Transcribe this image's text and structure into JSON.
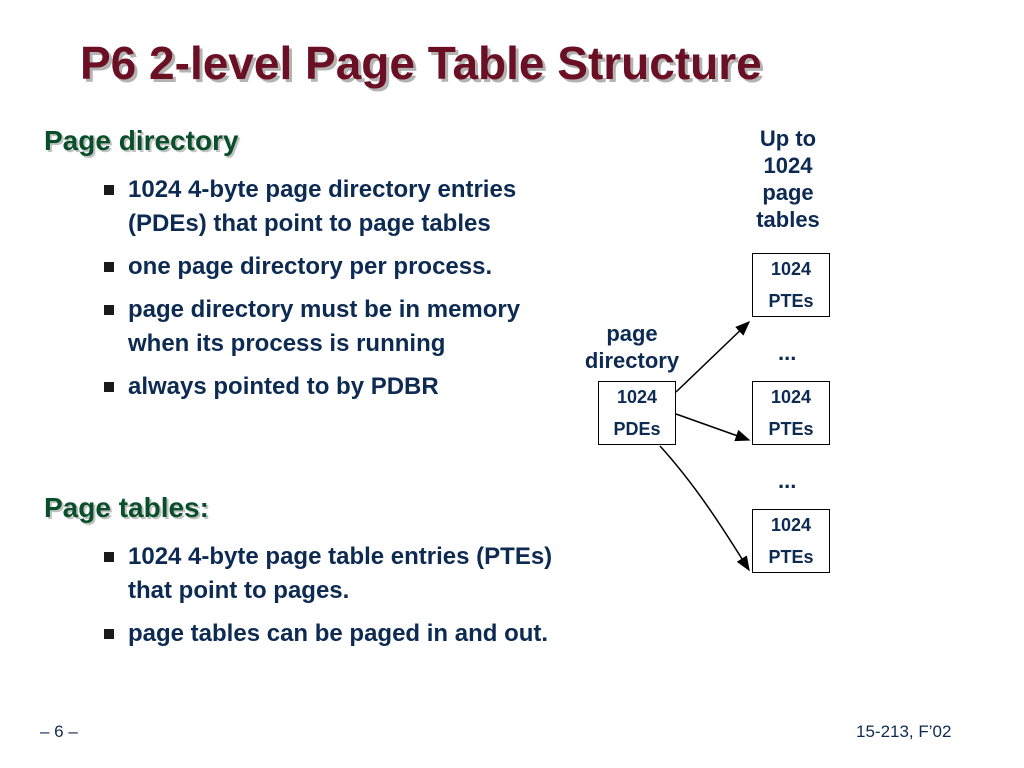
{
  "title": "P6 2-level Page Table Structure",
  "sections": [
    {
      "heading": "Page directory",
      "bullets": [
        "1024 4-byte page directory entries (PDEs) that point to page tables",
        "one page directory per process.",
        "page directory must be in memory when its process is running",
        "always pointed to by PDBR"
      ]
    },
    {
      "heading": "Page tables:",
      "bullets": [
        "1024 4-byte page table entries (PTEs) that point to pages.",
        "page tables can be paged in and out."
      ]
    }
  ],
  "diagram": {
    "top_label_lines": [
      "Up to",
      "1024",
      "page",
      "tables"
    ],
    "pd_label_lines": [
      "page",
      "directory"
    ],
    "pd_box": [
      "1024",
      "PDEs"
    ],
    "pt_boxes": [
      [
        "1024",
        "PTEs"
      ],
      [
        "1024",
        "PTEs"
      ],
      [
        "1024",
        "PTEs"
      ]
    ],
    "ellipsis": "..."
  },
  "footer": {
    "page": "– 6 –",
    "course": "15-213, F’02"
  }
}
